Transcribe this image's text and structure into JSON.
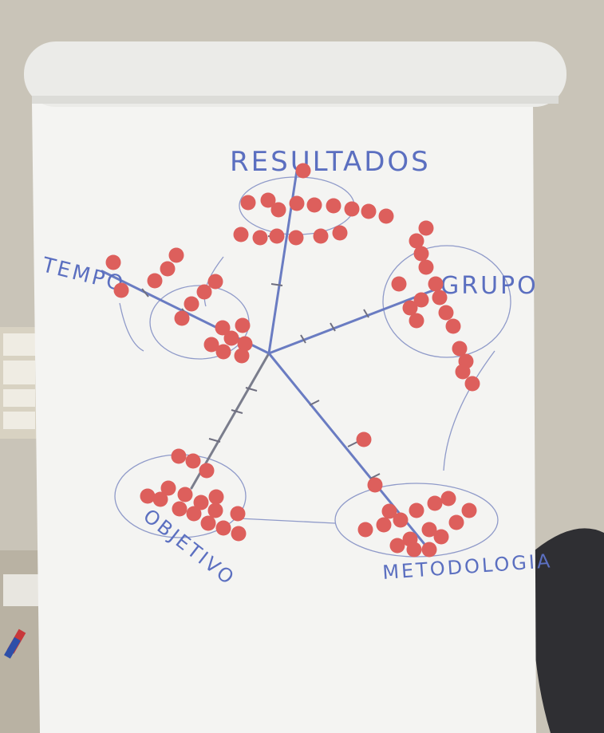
{
  "scene": {
    "subject": "flipchart-radar-dot-vote",
    "colors": {
      "paper": "#f4f4f2",
      "ink_blue": "#5b6fc0",
      "ink_gray": "#7a7d8c",
      "dot_red": "#dd5f5c",
      "wall": "#c9c4b8",
      "floor": "#8f8a80",
      "chair": "#2f2f33"
    }
  },
  "labels": {
    "resultados": "RESULTADOS",
    "tempo": "TEMPO",
    "grupo": "GRUPO",
    "objetivo": "OBJETIVO",
    "metodologia": "METODOLOGIA"
  }
}
